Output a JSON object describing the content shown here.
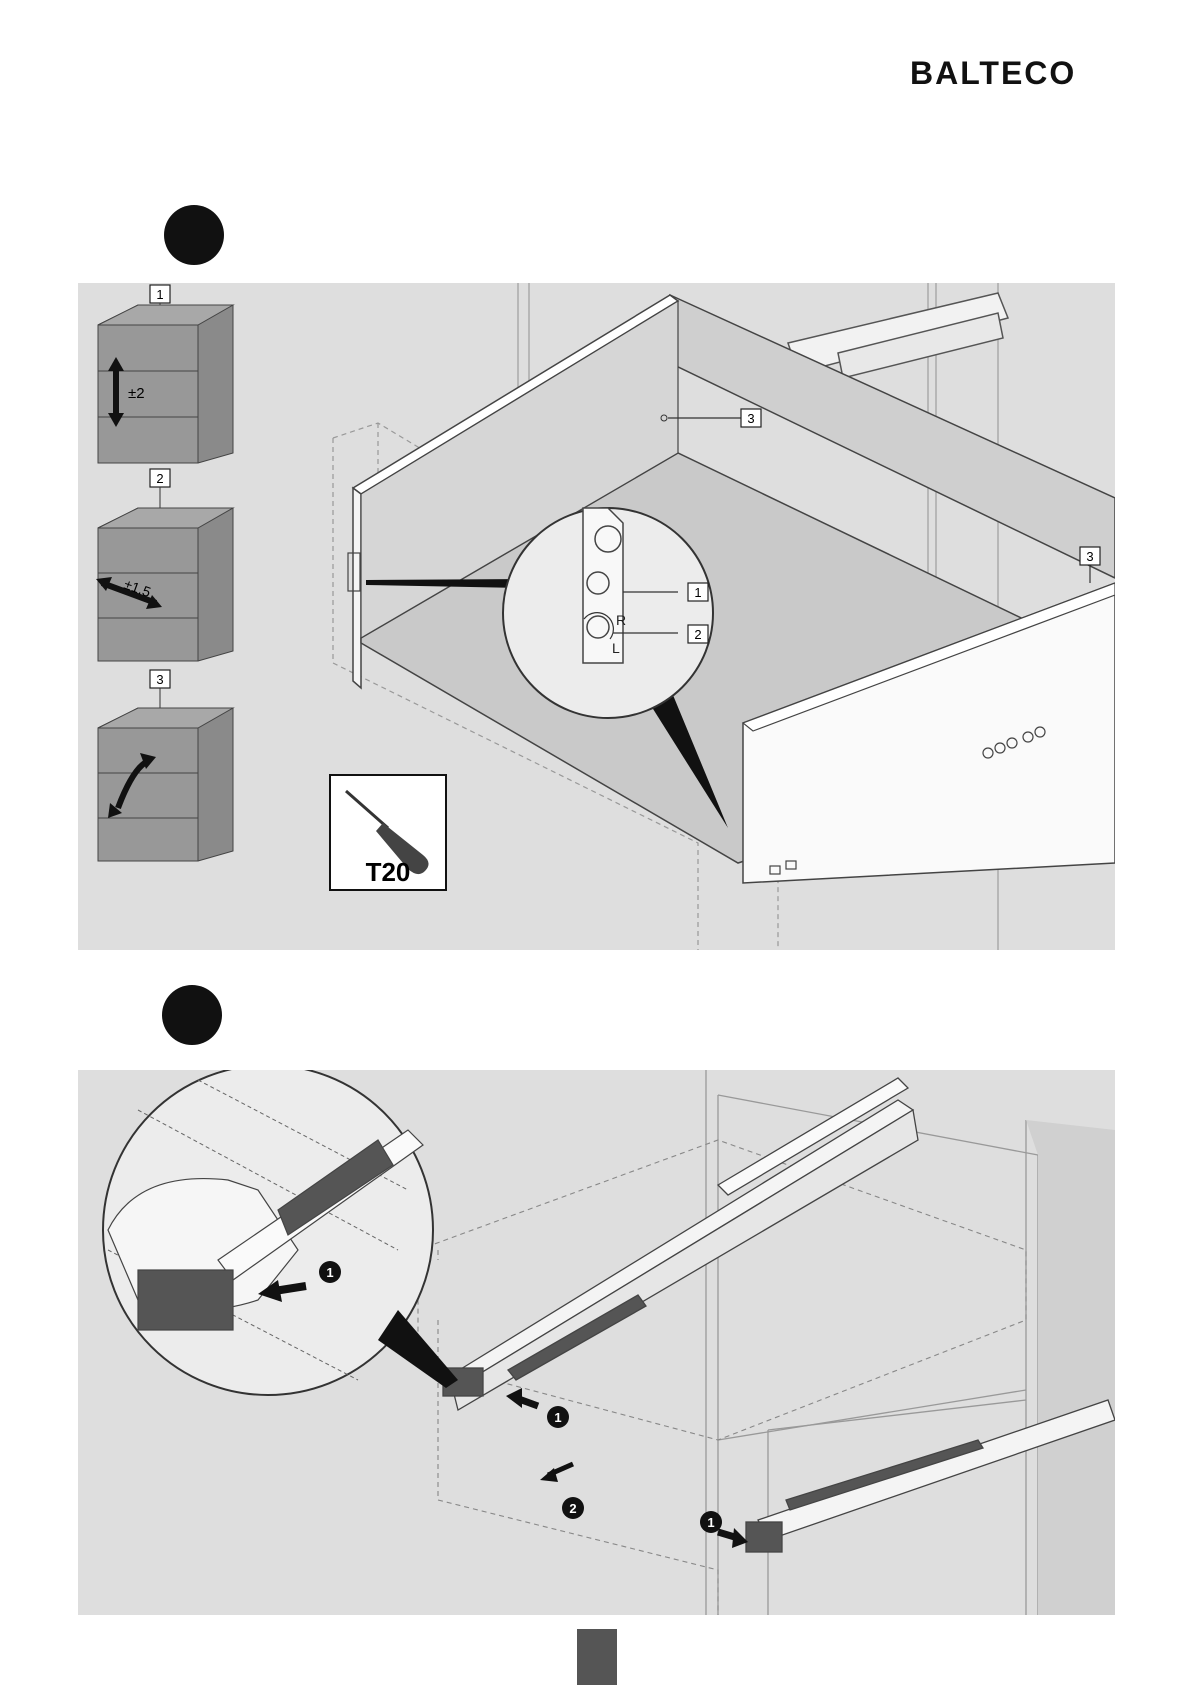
{
  "brand": {
    "name": "BALTECO"
  },
  "step1": {
    "adjustments": [
      {
        "number": "1",
        "value": "±2",
        "direction": "vertical"
      },
      {
        "number": "2",
        "value": "±1.5",
        "direction": "lateral"
      },
      {
        "number": "3",
        "value": "",
        "direction": "tilt"
      }
    ],
    "zoom_callouts": [
      "1",
      "2"
    ],
    "zoom_labels": {
      "right": "R",
      "left": "L"
    },
    "drawer_callouts": [
      "3",
      "3"
    ],
    "tool": {
      "label": "T20",
      "icon": "screwdriver-icon"
    }
  },
  "step2": {
    "markers": [
      "1",
      "1",
      "1",
      "2"
    ]
  },
  "colors": {
    "panel_bg": "#dedede",
    "ink": "#111111",
    "page_tab": "#555555"
  }
}
